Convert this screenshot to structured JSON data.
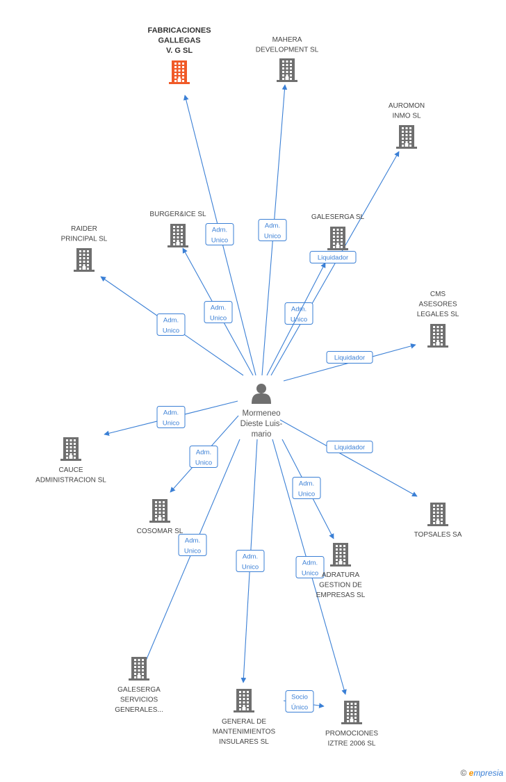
{
  "center": {
    "label": [
      "Mormeneo",
      "Dieste Luis-",
      "mario"
    ]
  },
  "nodes": [
    {
      "id": "fabricaciones",
      "label": [
        "FABRICACIONES",
        "GALLEGAS",
        "V.  G SL"
      ],
      "highlight": true
    },
    {
      "id": "mahera",
      "label": [
        "MAHERA",
        "DEVELOPMENT SL"
      ]
    },
    {
      "id": "auromon",
      "label": [
        "AUROMON",
        "INMO  SL"
      ]
    },
    {
      "id": "burger",
      "label": [
        "BURGER&ICE  SL"
      ]
    },
    {
      "id": "galeserga",
      "label": [
        "GALESERGA SL"
      ]
    },
    {
      "id": "raider",
      "label": [
        "RAIDER",
        "PRINCIPAL SL"
      ]
    },
    {
      "id": "cms",
      "label": [
        "CMS",
        "ASESORES",
        "LEGALES SL"
      ]
    },
    {
      "id": "cauce",
      "label": [
        "CAUCE",
        "ADMINISTRACION SL"
      ]
    },
    {
      "id": "cosomar",
      "label": [
        "COSOMAR SL"
      ]
    },
    {
      "id": "topsales",
      "label": [
        "TOPSALES SA"
      ]
    },
    {
      "id": "adratura",
      "label": [
        "ADRATURA",
        "GESTION DE",
        "EMPRESAS  SL"
      ]
    },
    {
      "id": "galeserga_serv",
      "label": [
        "GALESERGA",
        "SERVICIOS",
        "GENERALES..."
      ]
    },
    {
      "id": "general",
      "label": [
        "GENERAL DE",
        "MANTENIMIENTOS",
        "INSULARES SL"
      ]
    },
    {
      "id": "promociones",
      "label": [
        "PROMOCIONES",
        "IZTRE 2006 SL"
      ]
    }
  ],
  "edges": [
    {
      "to": "fabricaciones",
      "label": [
        "Adm.",
        "Unico"
      ]
    },
    {
      "to": "mahera",
      "label": [
        "Adm.",
        "Unico"
      ]
    },
    {
      "to": "auromon",
      "label": [
        "Adm.",
        "Unico"
      ]
    },
    {
      "to": "burger",
      "label": [
        "Adm.",
        "Unico"
      ]
    },
    {
      "to": "galeserga",
      "label": [
        "Liquidador"
      ]
    },
    {
      "to": "raider",
      "label": [
        "Adm.",
        "Unico"
      ]
    },
    {
      "to": "cms",
      "label": [
        "Liquidador"
      ]
    },
    {
      "to": "cauce",
      "label": [
        "Adm.",
        "Unico"
      ]
    },
    {
      "to": "cosomar",
      "label": [
        "Adm.",
        "Unico"
      ]
    },
    {
      "to": "topsales",
      "label": [
        "Liquidador"
      ]
    },
    {
      "to": "adratura",
      "label": [
        "Adm.",
        "Unico"
      ]
    },
    {
      "to": "galeserga_serv",
      "label": [
        "Adm.",
        "Unico"
      ]
    },
    {
      "to": "general",
      "label": [
        "Adm.",
        "Unico"
      ]
    },
    {
      "to": "promociones",
      "label": [
        "Adm.",
        "Unico"
      ]
    },
    {
      "from": "general",
      "to": "promociones",
      "label": [
        "Socio",
        "Único"
      ]
    }
  ],
  "colors": {
    "edge": "#3a7fd5",
    "building": "#6f6f6f",
    "highlight": "#f05a28",
    "person": "#6f6f6f"
  },
  "brand": {
    "symbol": "©",
    "first": "e",
    "rest": "mpresia"
  }
}
